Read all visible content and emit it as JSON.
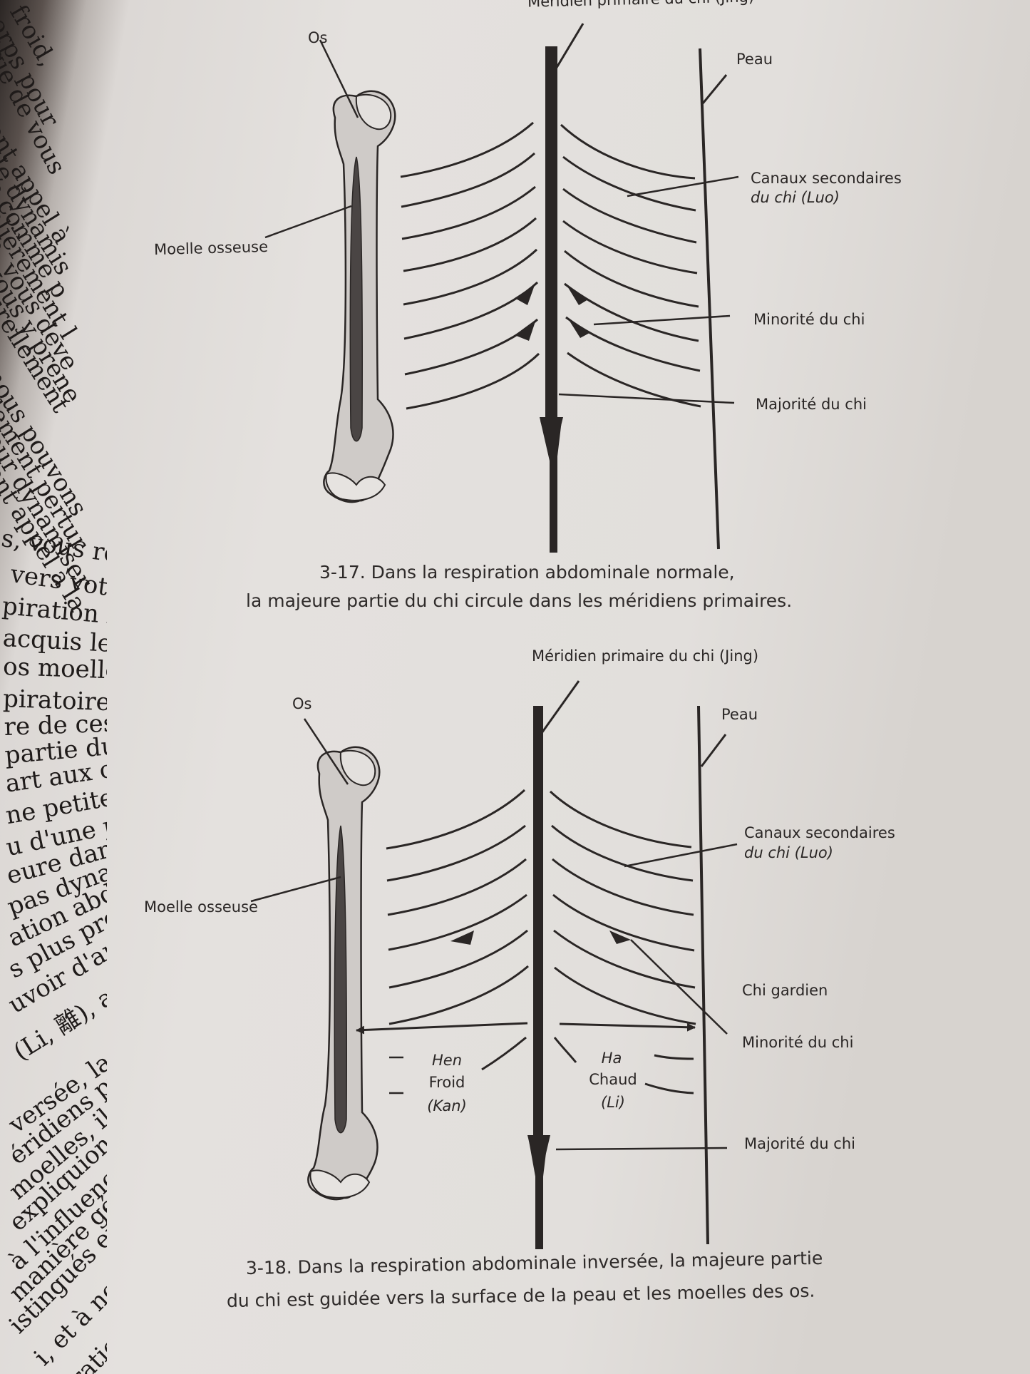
{
  "left_page_fragments": [
    "froid,",
    "orps pour",
    "gie de vous",
    "ent appel à",
    "de dynamis",
    "e comme p",
    "alièrement l",
    "e, vous deve",
    "vous y prene",
    "urellement",
    "nous pouvons",
    "lement pertur",
    "our dynamiser",
    "ent appel à la",
    "s, vous réalisez",
    "vers votre p",
    "piration boud",
    "acquis le pouv",
    "os moelles. Pour",
    "piratoires et ten",
    "re de ces deux c",
    "partie du chi c",
    "art aux organes",
    "ne petite quanti",
    "u d'une part, et",
    "eure dans les m",
    "pas dynamisé e",
    "ation abdomina",
    "s plus profonds",
    "uvoir d'amener",
    "(Li, 離), a elle, le",
    "versée, la majeur",
    "éridiens primaire",
    "moelles, il ne rest",
    "expliquions plus",
    "à l'influence de",
    "manière générale",
    "istingués en fo",
    "i, et à nouve",
    "ration a"
  ],
  "figure1": {
    "title_partial": "Méridien primaire du chi (Jing)",
    "labels": {
      "os": "Os",
      "peau": "Peau",
      "moelle": "Moelle osseuse",
      "canaux_line1": "Canaux secondaires",
      "canaux_line2": "du chi (Luo)",
      "minorite": "Minorité du chi",
      "majorite": "Majorité du chi"
    },
    "caption_line1": "3-17. Dans la respiration abdominale normale,",
    "caption_line2": "la majeure partie du chi circule dans les méridiens primaires."
  },
  "figure2": {
    "title": "Méridien primaire du chi (Jing)",
    "labels": {
      "os": "Os",
      "peau": "Peau",
      "moelle": "Moelle osseuse",
      "canaux_line1": "Canaux secondaires",
      "canaux_line2": "du chi (Luo)",
      "chi_gardien": "Chi gardien",
      "minorite": "Minorité du chi",
      "majorite": "Majorité du chi",
      "hen": "Hen",
      "froid": "Froid",
      "kan": "(Kan)",
      "ha": "Ha",
      "chaud": "Chaud",
      "li": "(Li)"
    },
    "caption_line1": "3-18. Dans la respiration abdominale inversée, la majeure partie",
    "caption_line2": "du chi est guidée vers la surface de la peau et les moelles des os."
  },
  "colors": {
    "ink": "#2a2625",
    "bone_fill": "#cfcbc8",
    "marrow": "#4a4544",
    "paper": "#e2dfdc"
  }
}
